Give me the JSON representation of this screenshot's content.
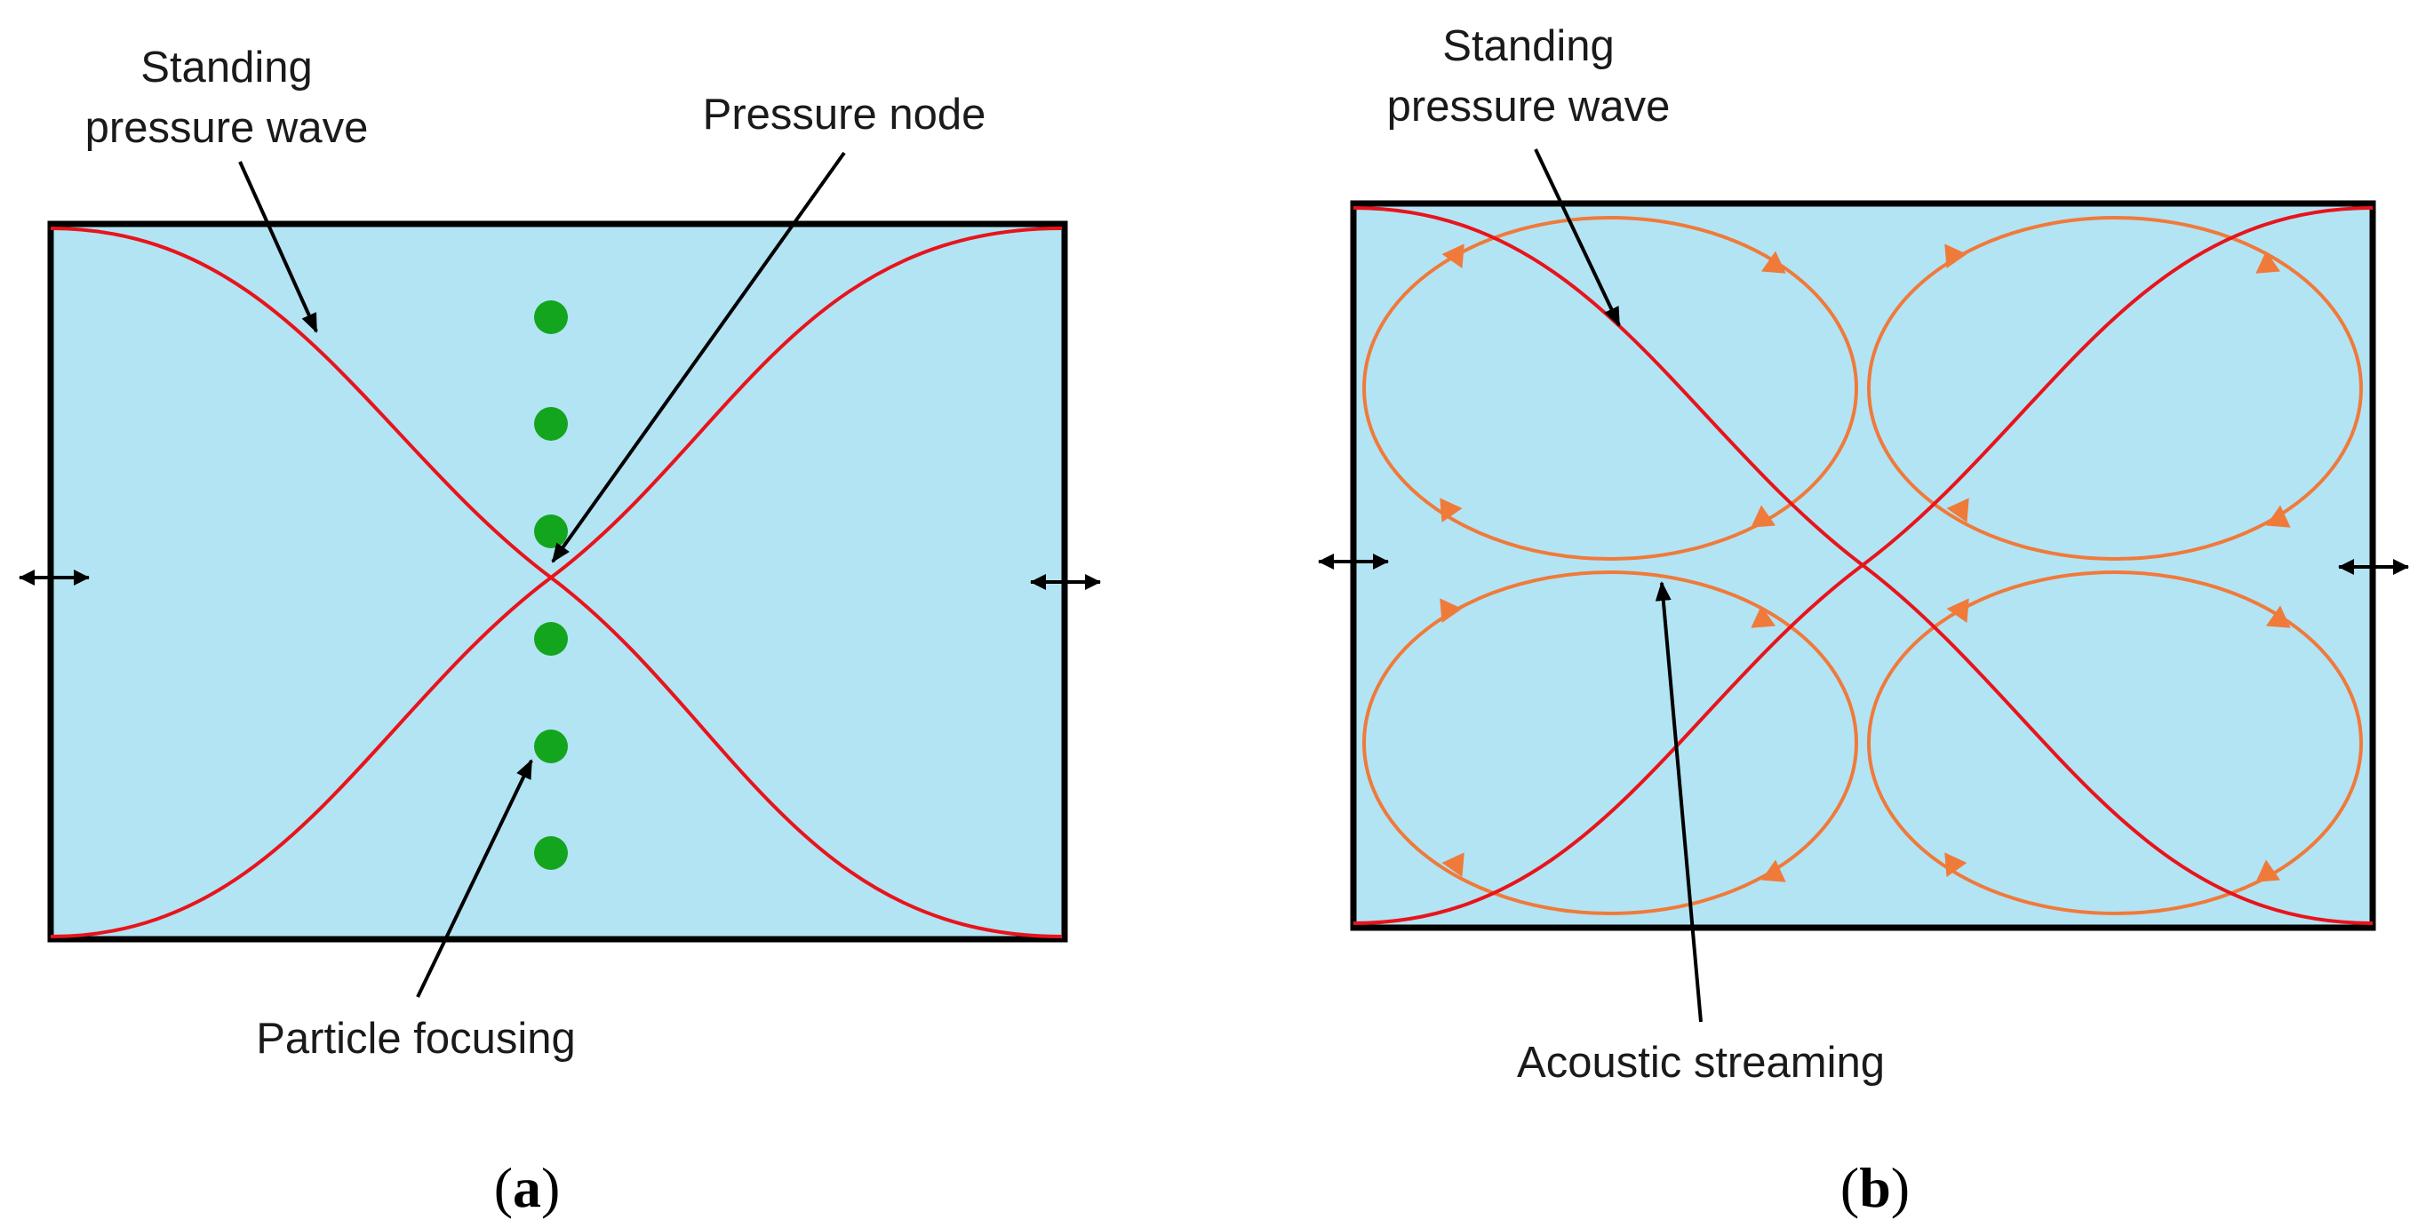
{
  "panel_a": {
    "label_standing_line1": "Standing",
    "label_standing_line2": "pressure wave",
    "label_node": "Pressure node",
    "label_focusing": "Particle focusing",
    "caption_open": "(",
    "caption_letter": "a",
    "caption_close": ")"
  },
  "panel_b": {
    "label_standing_line1": "Standing",
    "label_standing_line2": "pressure wave",
    "label_streaming": "Acoustic streaming",
    "caption_open": "(",
    "caption_letter": "b",
    "caption_close": ")"
  },
  "colors": {
    "channel_fill": "#b3e4f4",
    "wave": "#e8141c",
    "streaming": "#f07a3a",
    "particle": "#14a51e",
    "outline": "#000000"
  },
  "particle_count": 6,
  "vortex_count": 4
}
